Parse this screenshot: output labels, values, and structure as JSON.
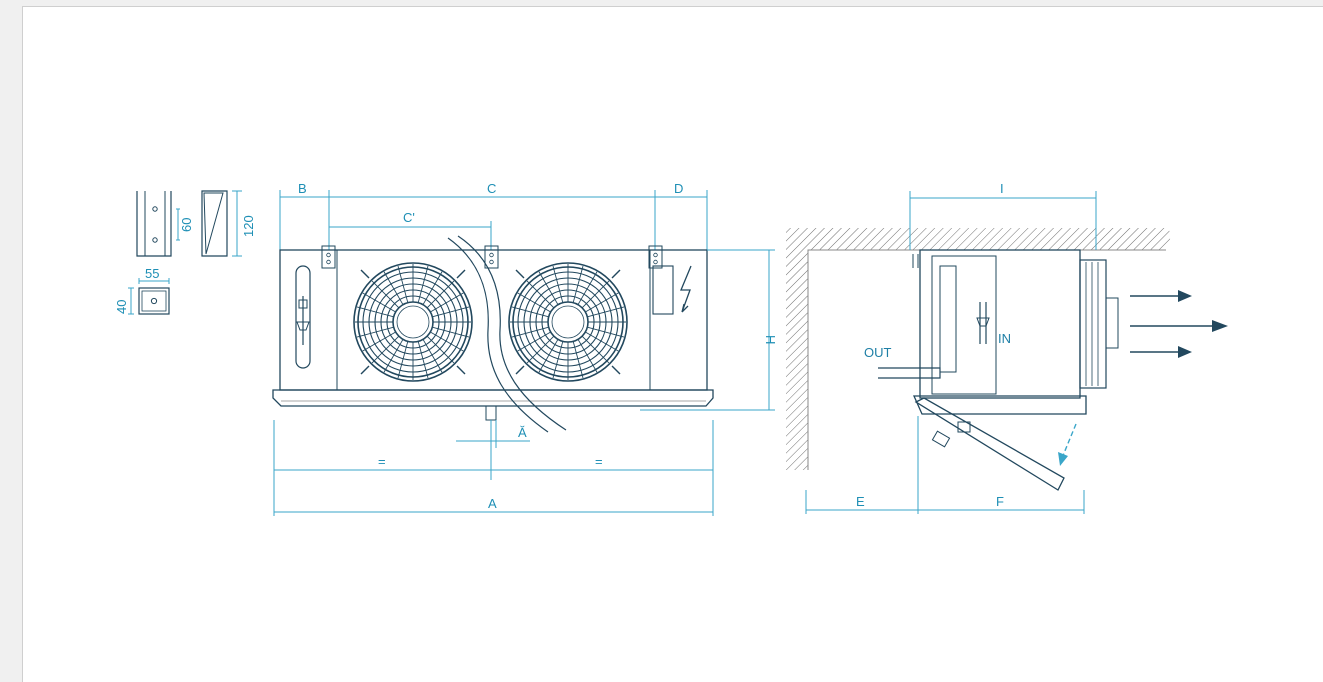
{
  "colors": {
    "dimension": "#3aa6c9",
    "dimension_text": "#1e8fb5",
    "drawing_line": "#22485e",
    "hatch": "#6f6f6f",
    "background": "#ffffff"
  },
  "bracket_labels": {
    "height_small": "60",
    "height_total": "120",
    "width": "55",
    "depth": "40"
  },
  "front_view": {
    "B": "B",
    "C": "C",
    "D": "D",
    "C_prime": "C'",
    "H": "H",
    "drain": "Ă",
    "eq_left": "=",
    "eq_right": "=",
    "A": "A"
  },
  "side_view": {
    "I": "I",
    "out": "OUT",
    "in": "IN",
    "E": "E",
    "F": "F"
  }
}
